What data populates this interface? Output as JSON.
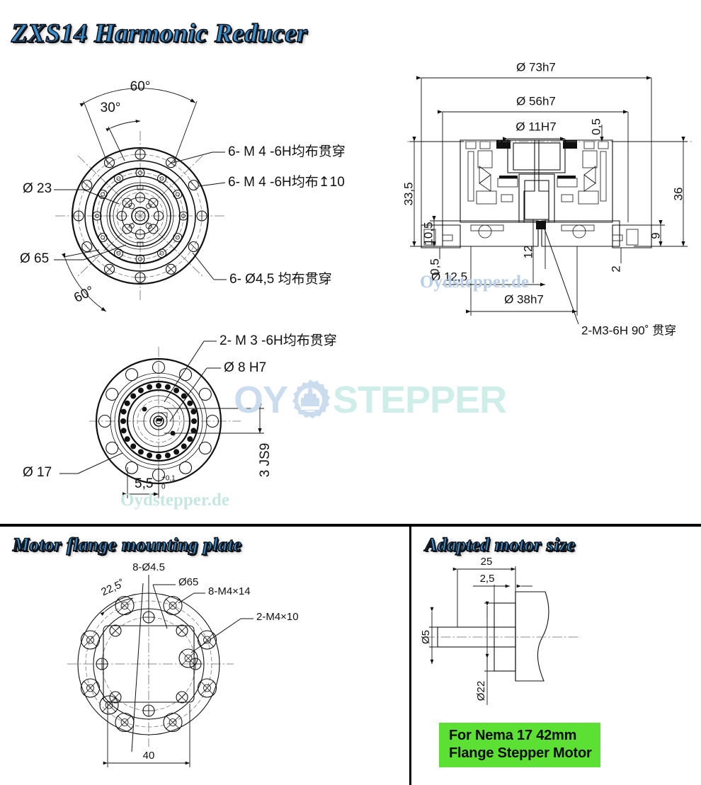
{
  "titles": {
    "main": "ZXS14 Harmonic Reducer",
    "section_left": "Motor flange mounting plate",
    "section_right": "Adapted motor size"
  },
  "watermarks": {
    "small_1": "Oydstepper.de",
    "small_2": "Oydstepper.de",
    "logo_oy": "OY",
    "logo_stepper": "STEPPER",
    "gear_icon": "gear-stepper-icon"
  },
  "front_view": {
    "ang_60_top": "60°",
    "ang_30": "30°",
    "ang_60_bottom": "60°",
    "dia_23": "Ø 23",
    "dia_65": "Ø 65",
    "note_m4_through": "6- M 4 -6H均布贯穿",
    "note_m4_depth10": "6- M 4 -6H均布↥10",
    "note_d45": "6- Ø4,5 均布贯穿"
  },
  "section_view": {
    "dia_73h7": "Ø 73h7",
    "dia_56h7": "Ø 56h7",
    "dia_11h7": "Ø 11H7",
    "dim_05_top": "0,5",
    "dim_335": "33,5",
    "dim_105": "10,5",
    "dim_05_bot": "0,5",
    "dim_36": "36",
    "dim_9": "9",
    "dim_2": "2",
    "dim_12": "12",
    "dia_125": "Ø 12,5",
    "dia_38h7": "Ø 38h7",
    "note_m3": "2-M3-6H 90˚ 贯穿"
  },
  "rear_view": {
    "note_m3_through": "2-  M 3  -6H均布贯穿",
    "dia_8h7": "Ø  8  H7",
    "dia_17": "Ø  17",
    "dim_3js9": "3 JS9",
    "dim_55": "5,5",
    "tol_upper": "+0,1",
    "tol_lower": "0"
  },
  "flange_view": {
    "note_8x45": "8-Ø4.5",
    "note_d65": "Ø65",
    "note_8m4x14": "8-M4×14",
    "note_2m4x10": "2-M4×10",
    "ang_225": "22,5˚",
    "dim_40": "40"
  },
  "motor_view": {
    "dim_25": "25",
    "dim_25b": "2,5",
    "dia_5": "Ø5",
    "dia_22": "Ø22",
    "badge": "For Nema 17 42mm\nFlange Stepper Motor"
  },
  "colors": {
    "title_blue": "#3a90cf",
    "badge_green": "#5ce033",
    "line_black": "#111111",
    "watermark_blue": "#b9cfe8",
    "watermark_teal": "#c6e6e2"
  }
}
